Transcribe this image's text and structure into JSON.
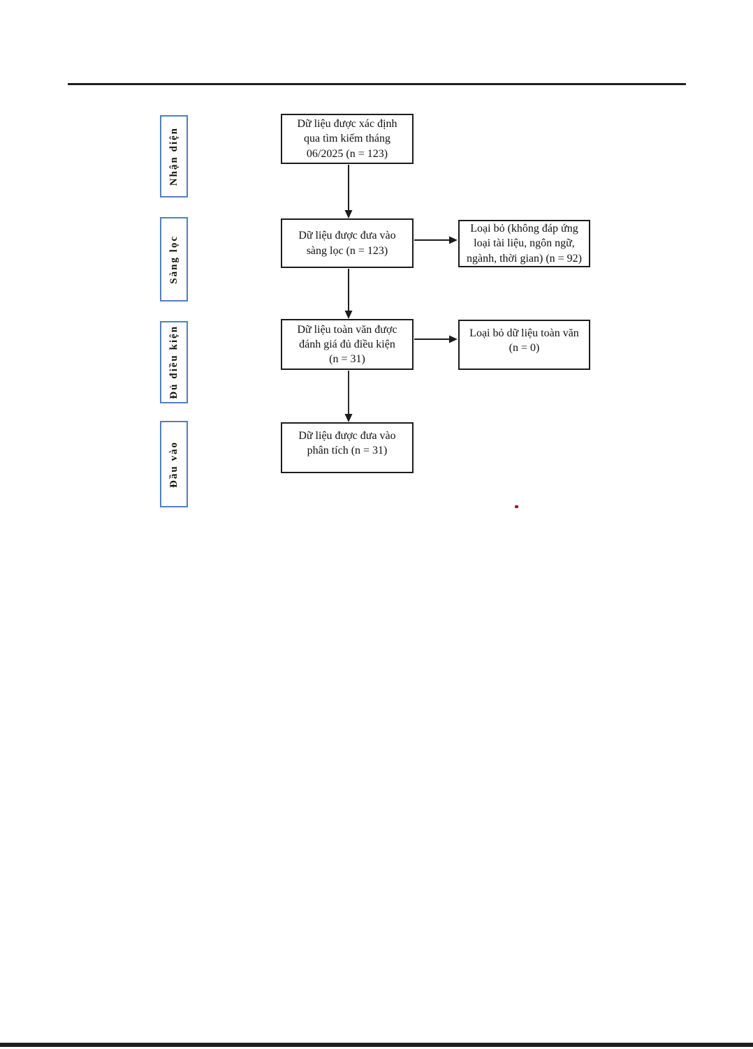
{
  "document": {
    "type": "prisma-flow-diagram",
    "language": "vi"
  },
  "colors": {
    "stage_border": "#4f81bd",
    "box_border": "#1c1c1c",
    "rule": "#1f1f1f",
    "stray_mark": "#8b2323"
  },
  "diagram": {
    "stages": [
      {
        "label": "Nhận diện"
      },
      {
        "label": "Sàng lọc"
      },
      {
        "label": "Đủ điều kiện"
      },
      {
        "label": "Đầu vào"
      }
    ],
    "main_boxes": [
      {
        "text": "Dữ liệu được xác định\nqua tìm kiếm tháng\n06/2025 (n = 123)",
        "n": 123
      },
      {
        "text": "Dữ liệu được đưa vào\nsàng lọc (n = 123)",
        "n": 123
      },
      {
        "text": "Dữ liệu toàn văn được\nđánh giá đủ điều kiện\n(n = 31)",
        "n": 31
      },
      {
        "text": "Dữ liệu được đưa vào\nphân tích (n = 31)",
        "n": 31
      }
    ],
    "exclusion_boxes": [
      {
        "text": "Loại bỏ (không đáp ứng\nloại tài liệu, ngôn ngữ,\nngành, thời gian) (n = 92)",
        "n": 92
      },
      {
        "text": "Loại bỏ dữ liệu toàn văn\n(n = 0)",
        "n": 0
      }
    ]
  }
}
